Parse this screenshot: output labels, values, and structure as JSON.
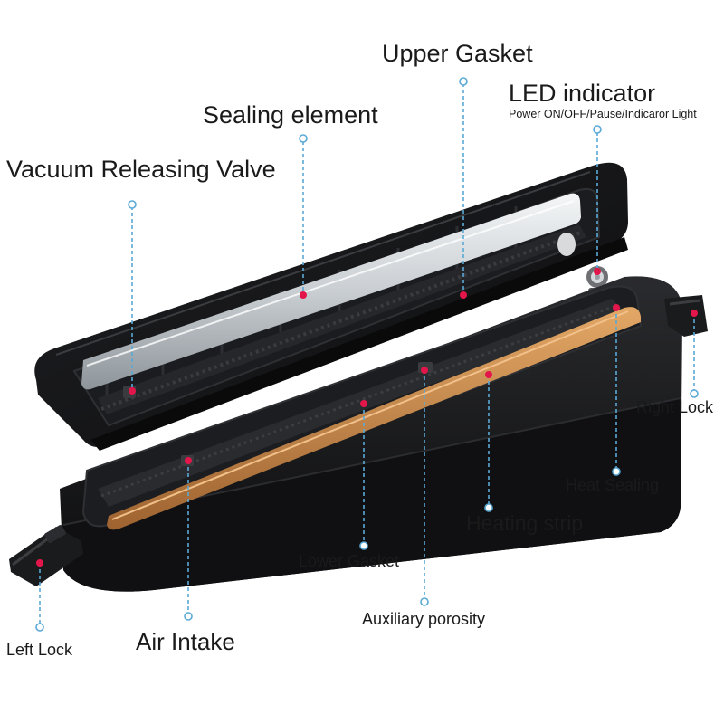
{
  "labels": {
    "upper_gasket": "Upper Gasket",
    "led_indicator": "LED indicator",
    "led_indicator_detail": "Power ON/OFF/Pause/Indicaror Light",
    "sealing_element": "Sealing element",
    "vacuum_releasing_valve": "Vacuum Releasing Valve",
    "right_lock": "Right Lock",
    "heat_sealing": "Heat Sealing",
    "heating_strip": "Heating strip",
    "lower_gasket": "Lower Gasket",
    "auxiliary_porosity": "Auxiliary porosity",
    "air_intake": "Air Intake",
    "left_lock": "Left Lock"
  },
  "colors": {
    "leader_line": "#5aa9d6",
    "marker": "#e2164a",
    "device_body": "#141416",
    "heating_strip": "#c98a4e",
    "sealing_bar": "#d9dde0"
  }
}
